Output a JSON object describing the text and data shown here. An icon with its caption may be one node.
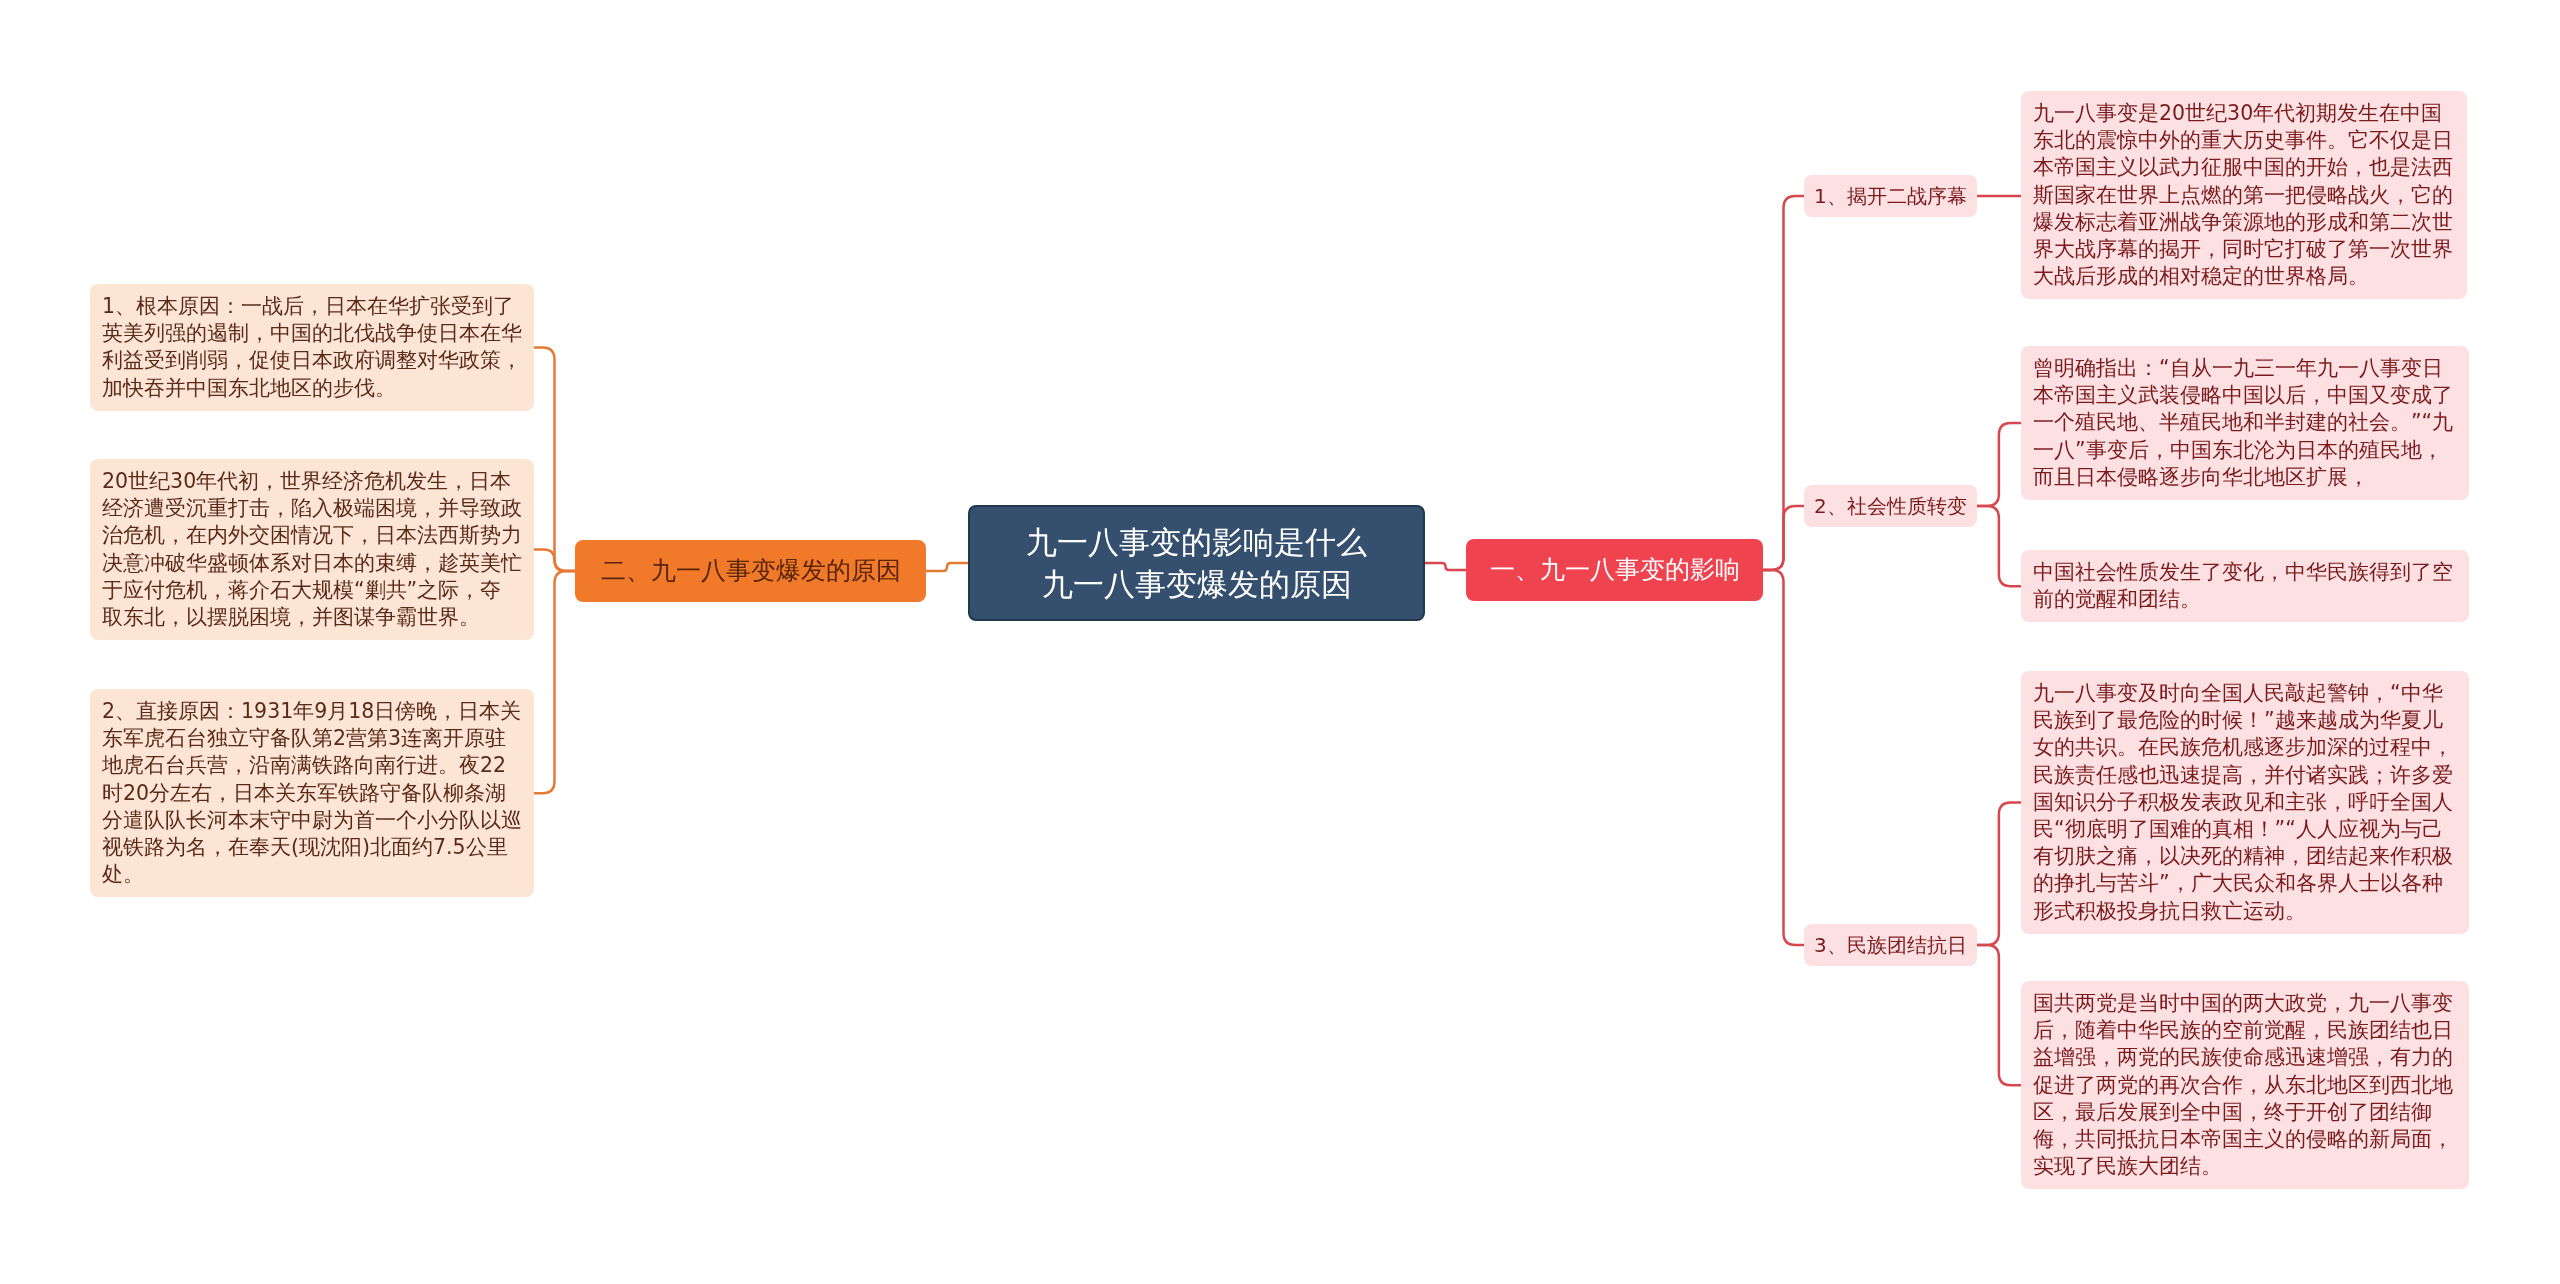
{
  "diagram": {
    "nodes": [
      {
        "text": [
          "九一八事变的影响是什么",
          "九一八事变爆发的原因"
        ]
      },
      {
        "text": [
          "一、九一八事变的影响"
        ]
      },
      {
        "text": [
          "1、揭开二战序幕"
        ]
      },
      {
        "text": [
          "九一八事变是20世纪30年代初期发生在中国东北的震惊中外的重大历史事件。它不仅是日本帝国主义以武力征服中国的开始，也是法西斯国家在世界上点燃的第一把侵略战火，它的爆发标志着亚洲战争策源地的形成和第二次世界大战序幕的揭开，同时它打破了第一次世界大战后形成的相对稳定的世界格局。"
        ]
      },
      {
        "text": [
          "2、社会性质转变"
        ]
      },
      {
        "text": [
          "曾明确指出：“自从一九三一年九一八事变日本帝国主义武装侵略中国以后，中国又变成了一个殖民地、半殖民地和半封建的社会。”“九一八”事变后，中国东北沦为日本的殖民地，而且日本侵略逐步向华北地区扩展，"
        ]
      },
      {
        "text": [
          "中国社会性质发生了变化，中华民族得到了空前的觉醒和团结。"
        ]
      },
      {
        "text": [
          "3、民族团结抗日"
        ]
      },
      {
        "text": [
          "九一八事变及时向全国人民敲起警钟，“中华民族到了最危险的时候！”越来越成为华夏儿女的共识。在民族危机感逐步加深的过程中，民族责任感也迅速提高，并付诸实践；许多爱国知识分子积极发表政见和主张，呼吁全国人民“彻底明了国难的真相！”“人人应视为与己有切肤之痛，以决死的精神，团结起来作积极的挣扎与苦斗”，广大民众和各界人士以各种形式积极投身抗日救亡运动。"
        ]
      },
      {
        "text": [
          "国共两党是当时中国的两大政党，九一八事变后，随着中华民族的空前觉醒，民族团结也日益增强，两党的民族使命感迅速增强，有力的促进了两党的再次合作，从东北地区到西北地区，最后发展到全中国，终于开创了团结御侮，共同抵抗日本帝国主义的侵略的新局面，实现了民族大团结。"
        ]
      },
      {
        "text": [
          "二、九一八事变爆发的原因"
        ]
      },
      {
        "text": [
          "1、根本原因：一战后，日本在华扩张受到了英美列强的遏制，中国的北伐战争使日本在华利益受到削弱，促使日本政府调整对华政策，加快吞并中国东北地区的步伐。"
        ]
      },
      {
        "text": [
          "20世纪30年代初，世界经济危机发生，日本经济遭受沉重打击，陷入极端困境，并导致政治危机，在内外交困情况下，日本法西斯势力决意冲破华盛顿体系对日本的束缚，趁英美忙于应付危机，蒋介石大规模“剿共”之际，夺取东北，以摆脱困境，并图谋争霸世界。"
        ]
      },
      {
        "text": [
          "2、直接原因：1931年9月18日傍晚，日本关东军虎石台独立守备队第2营第3连离开原驻地虎石台兵营，沿南满铁路向南行进。夜22时20分左右，日本关东军铁路守备队柳条湖分遣队队长河本末守中尉为首一个小分队以巡视铁路为名，在奉天(现沈阳)北面约7.5公里处。"
        ]
      }
    ],
    "edges": [
      {
        "from": 0,
        "to": 1,
        "arrow": "none"
      },
      {
        "from": 1,
        "to": 2,
        "arrow": "none"
      },
      {
        "from": 2,
        "to": 3,
        "arrow": "none"
      },
      {
        "from": 1,
        "to": 4,
        "arrow": "none"
      },
      {
        "from": 4,
        "to": 5,
        "arrow": "none"
      },
      {
        "from": 4,
        "to": 6,
        "arrow": "none"
      },
      {
        "from": 1,
        "to": 7,
        "arrow": "none"
      },
      {
        "from": 7,
        "to": 8,
        "arrow": "none"
      },
      {
        "from": 7,
        "to": 9,
        "arrow": "none"
      },
      {
        "from": 0,
        "to": 10,
        "arrow": "none",
        "color": "#e67a34"
      },
      {
        "from": 10,
        "to": 11,
        "arrow": "none",
        "color": "#e67a34"
      },
      {
        "from": 10,
        "to": 12,
        "arrow": "none",
        "color": "#e67a34"
      },
      {
        "from": 10,
        "to": 13,
        "arrow": "none",
        "color": "#e67a34"
      }
    ]
  }
}
